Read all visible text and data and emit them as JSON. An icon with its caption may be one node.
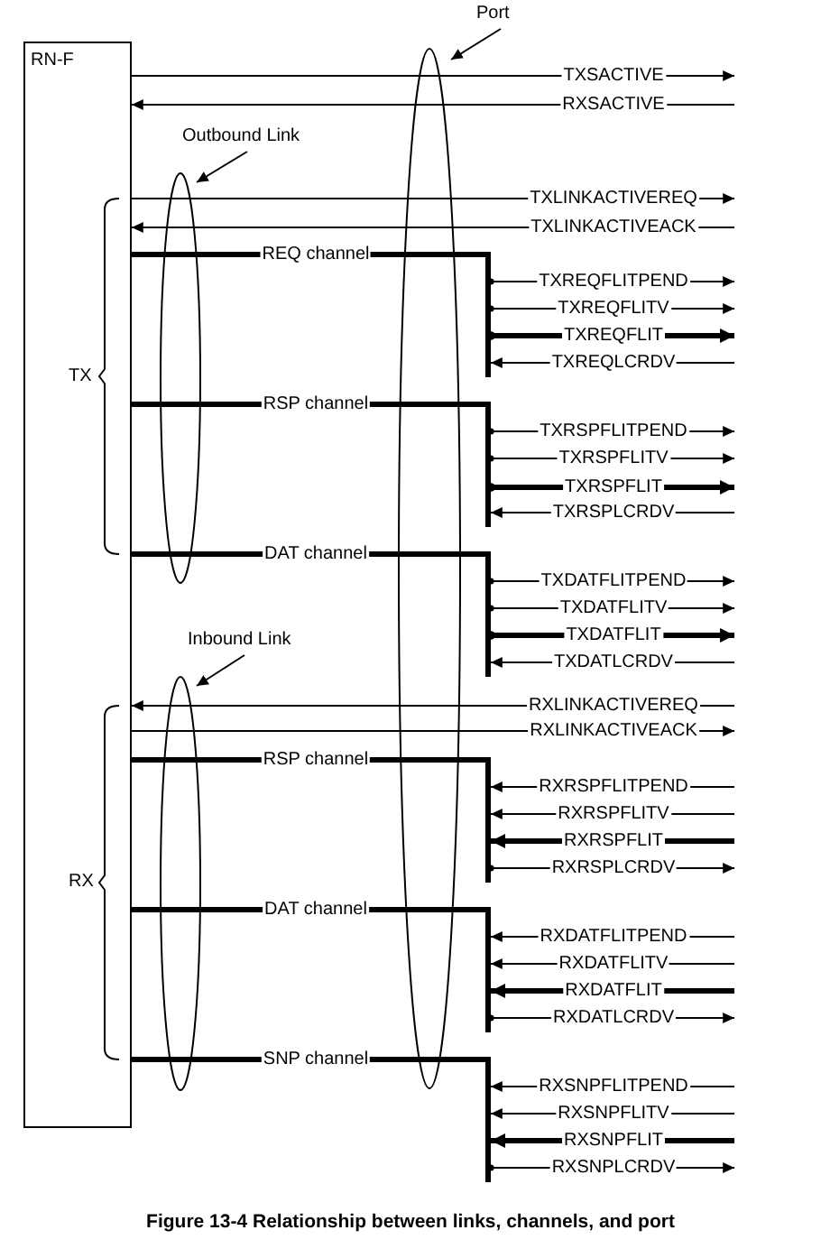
{
  "diagram": {
    "caption": "Figure 13-4 Relationship between links, channels, and port",
    "nodes": [
      {
        "text": [
          "RN-F"
        ]
      },
      {
        "text": [
          "Port"
        ]
      },
      {
        "text": [
          "Outbound Link"
        ]
      },
      {
        "text": [
          "Inbound Link"
        ]
      },
      {
        "text": [],
        "shape": "bar"
      },
      {
        "text": [],
        "shape": "bar"
      },
      {
        "text": [],
        "shape": "bar"
      },
      {
        "text": [],
        "shape": "bar"
      },
      {
        "text": [],
        "shape": "bar"
      },
      {
        "text": [],
        "shape": "bar"
      }
    ],
    "edges": [
      {
        "from": 1,
        "to": null,
        "arrow": "to"
      },
      {
        "from": 2,
        "to": null,
        "arrow": "to"
      },
      {
        "from": 3,
        "to": null,
        "arrow": "to"
      },
      {
        "from": 0,
        "to": null,
        "arrow": "to",
        "label": "TXSACTIVE"
      },
      {
        "from": null,
        "to": 0,
        "arrow": "to",
        "label": "RXSACTIVE"
      },
      {
        "from": 0,
        "to": null,
        "arrow": "to",
        "label": "TXLINKACTIVEREQ"
      },
      {
        "from": null,
        "to": 0,
        "arrow": "to",
        "label": "TXLINKACTIVEACK"
      },
      {
        "from": 0,
        "to": 4,
        "arrow": "none",
        "label": "REQ channel",
        "style": "thick"
      },
      {
        "from": 4,
        "to": null,
        "arrow": "to",
        "label": "TXREQFLITPEND"
      },
      {
        "from": 4,
        "to": null,
        "arrow": "to",
        "label": "TXREQFLITV"
      },
      {
        "from": 4,
        "to": null,
        "arrow": "to",
        "label": "TXREQFLIT",
        "style": "thick"
      },
      {
        "from": null,
        "to": 4,
        "arrow": "to",
        "label": "TXREQLCRDV"
      },
      {
        "from": 0,
        "to": 5,
        "arrow": "none",
        "label": "RSP channel",
        "style": "thick"
      },
      {
        "from": 5,
        "to": null,
        "arrow": "to",
        "label": "TXRSPFLITPEND"
      },
      {
        "from": 5,
        "to": null,
        "arrow": "to",
        "label": "TXRSPFLITV"
      },
      {
        "from": 5,
        "to": null,
        "arrow": "to",
        "label": "TXRSPFLIT",
        "style": "thick"
      },
      {
        "from": null,
        "to": 5,
        "arrow": "to",
        "label": "TXRSPLCRDV"
      },
      {
        "from": 0,
        "to": 6,
        "arrow": "none",
        "label": "DAT channel",
        "style": "thick"
      },
      {
        "from": 6,
        "to": null,
        "arrow": "to",
        "label": "TXDATFLITPEND"
      },
      {
        "from": 6,
        "to": null,
        "arrow": "to",
        "label": "TXDATFLITV"
      },
      {
        "from": 6,
        "to": null,
        "arrow": "to",
        "label": "TXDATFLIT",
        "style": "thick"
      },
      {
        "from": null,
        "to": 6,
        "arrow": "to",
        "label": "TXDATLCRDV"
      },
      {
        "from": null,
        "to": 0,
        "arrow": "to",
        "label": "RXLINKACTIVEREQ"
      },
      {
        "from": 0,
        "to": null,
        "arrow": "to",
        "label": "RXLINKACTIVEACK"
      },
      {
        "from": 0,
        "to": 7,
        "arrow": "none",
        "label": "RSP channel",
        "style": "thick"
      },
      {
        "from": null,
        "to": 7,
        "arrow": "to",
        "label": "RXRSPFLITPEND"
      },
      {
        "from": null,
        "to": 7,
        "arrow": "to",
        "label": "RXRSPFLITV"
      },
      {
        "from": null,
        "to": 7,
        "arrow": "to",
        "label": "RXRSPFLIT",
        "style": "thick"
      },
      {
        "from": 7,
        "to": null,
        "arrow": "to",
        "label": "RXRSPLCRDV"
      },
      {
        "from": 0,
        "to": 8,
        "arrow": "none",
        "label": "DAT channel",
        "style": "thick"
      },
      {
        "from": null,
        "to": 8,
        "arrow": "to",
        "label": "RXDATFLITPEND"
      },
      {
        "from": null,
        "to": 8,
        "arrow": "to",
        "label": "RXDATFLITV"
      },
      {
        "from": null,
        "to": 8,
        "arrow": "to",
        "label": "RXDATFLIT",
        "style": "thick"
      },
      {
        "from": 8,
        "to": null,
        "arrow": "to",
        "label": "RXDATLCRDV"
      },
      {
        "from": 0,
        "to": 9,
        "arrow": "none",
        "label": "SNP channel",
        "style": "thick"
      },
      {
        "from": null,
        "to": 9,
        "arrow": "to",
        "label": "RXSNPFLITPEND"
      },
      {
        "from": null,
        "to": 9,
        "arrow": "to",
        "label": "RXSNPFLITV"
      },
      {
        "from": null,
        "to": 9,
        "arrow": "to",
        "label": "RXSNPFLIT",
        "style": "thick"
      },
      {
        "from": 9,
        "to": null,
        "arrow": "to",
        "label": "RXSNPLCRDV"
      }
    ],
    "labels": [
      "TX",
      "RX"
    ]
  }
}
